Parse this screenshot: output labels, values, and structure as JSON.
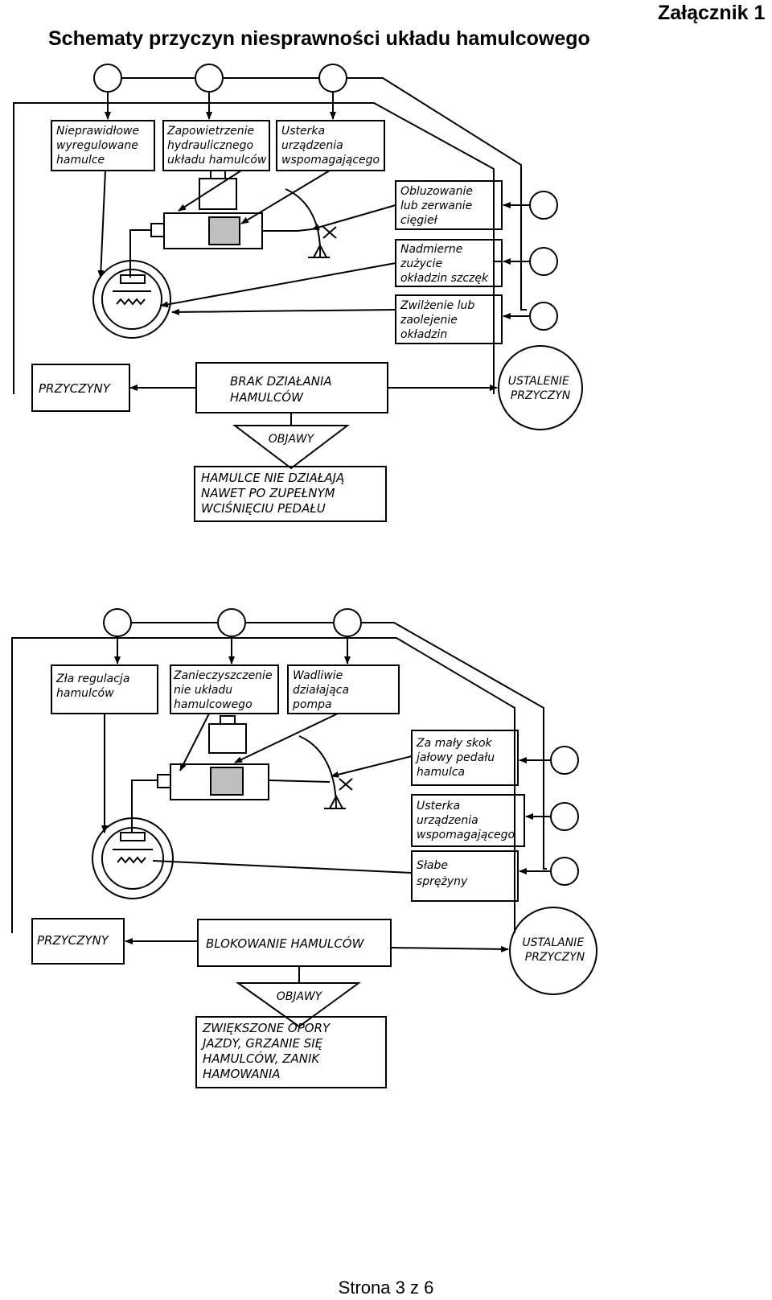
{
  "header": {
    "title": "Schematy przyczyn niesprawności układu hamulcowego",
    "attachment": "Załącznik 1"
  },
  "footer": {
    "page": "Strona 3 z 6"
  },
  "diagrams": [
    {
      "cause_boxes": [
        {
          "lines": [
            "Nieprawidłowe",
            "wyregulowane",
            "hamulce"
          ]
        },
        {
          "lines": [
            "Zapowietrzenie",
            "hydraulicznego",
            "układu hamulców"
          ]
        },
        {
          "lines": [
            "Usterka",
            "urządzenia",
            "wspomagającego"
          ]
        },
        {
          "lines": [
            "Obluzowanie",
            "lub zerwanie",
            "cięgieł"
          ]
        },
        {
          "lines": [
            "Nadmierne",
            "zużycie",
            "okładzin szczęk"
          ]
        },
        {
          "lines": [
            "Zwilżenie lub",
            "zaolejenie",
            "okładzin"
          ]
        }
      ],
      "causes_label": "PRZYCZYNY",
      "problem": [
        "BRAK DZIAŁANIA",
        "HAMULCÓW"
      ],
      "diagnosis": [
        "USTALENIE",
        "PRZYCZYN"
      ],
      "symptoms_label": "OBJAWY",
      "symptom": [
        "HAMULCE NIE DZIAŁAJĄ",
        "NAWET PO ZUPEŁNYM",
        "WCIŚNIĘCIU PEDAŁU"
      ]
    },
    {
      "cause_boxes": [
        {
          "lines": [
            "Zła regulacja",
            "hamulców"
          ]
        },
        {
          "lines": [
            "Zanieczyszczenie",
            "nie układu",
            "hamulcowego"
          ]
        },
        {
          "lines": [
            "Wadliwie",
            "działająca",
            "pompa"
          ]
        },
        {
          "lines": [
            "Za mały skok",
            "jałowy pedału",
            "hamulca"
          ]
        },
        {
          "lines": [
            "Usterka",
            "urządzenia",
            "wspomagającego"
          ]
        },
        {
          "lines": [
            "Słabe",
            "sprężyny"
          ]
        }
      ],
      "causes_label": "PRZYCZYNY",
      "problem": [
        "BLOKOWANIE HAMULCÓW"
      ],
      "diagnosis": [
        "USTALANIE",
        "PRZYCZYN"
      ],
      "symptoms_label": "OBJAWY",
      "symptom": [
        "ZWIĘKSZONE OPORY",
        "JAZDY, GRZANIE SIĘ",
        "HAMULCÓW, ZANIK",
        "HAMOWANIA"
      ]
    }
  ]
}
